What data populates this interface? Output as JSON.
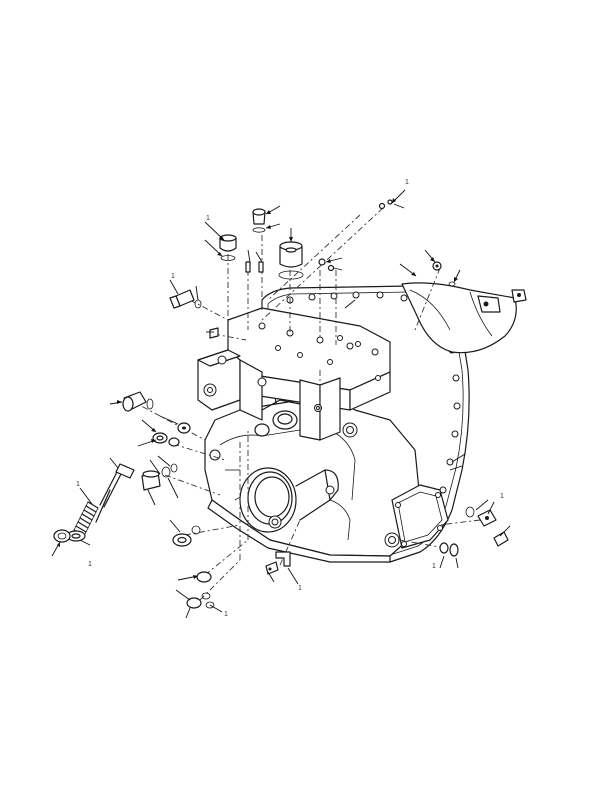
{
  "diagram": {
    "callout_marks": [
      "1",
      "1",
      "1",
      "1",
      "1",
      "1",
      "1",
      "1",
      "1"
    ]
  },
  "colors": {
    "line": "#1a1a1a",
    "background": "#ffffff"
  }
}
